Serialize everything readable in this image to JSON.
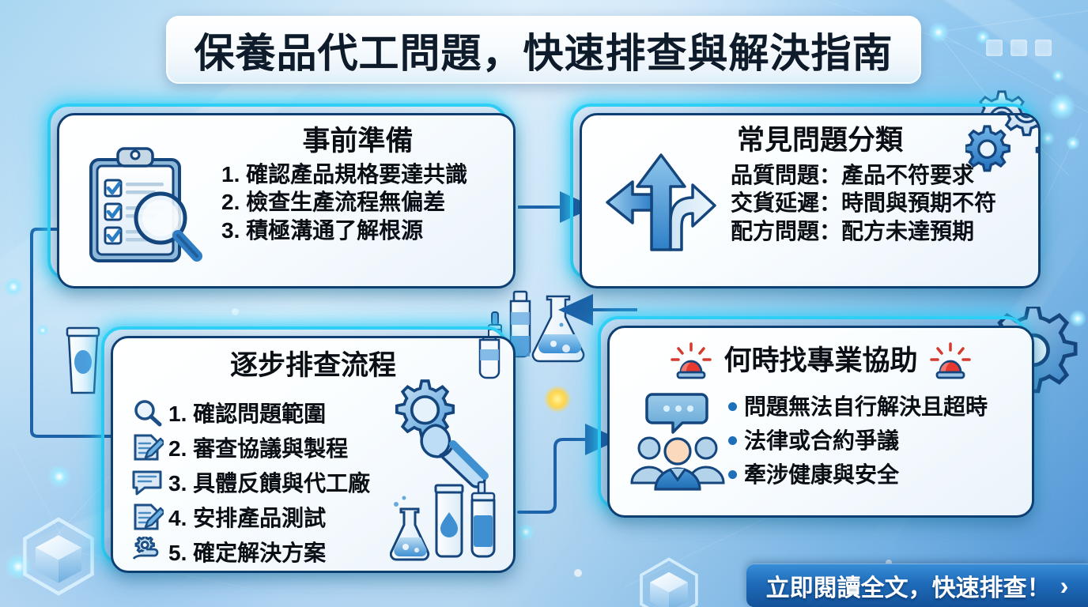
{
  "header": {
    "title": "保養品代工問題，快速排查與解決指南"
  },
  "cards": [
    {
      "id": "preparation",
      "title": "事前準備",
      "icon": "clipboard-checklist-magnifier-icon",
      "lines": [
        "1. 確認產品規格要達共識",
        "2. 檢查生產流程無偏差",
        "3. 積極溝通了解根源"
      ]
    },
    {
      "id": "common-problems",
      "title": "常見問題分類",
      "icon": "three-way-arrow-icon",
      "decor_icon": "gears-icon",
      "lines": [
        "品質問題：產品不符要求",
        "交貨延遲：時間與預期不符",
        "配方問題：配方未達預期"
      ]
    },
    {
      "id": "step-by-step",
      "title": "逐步排查流程",
      "decor_icons": [
        "gear-wrench-icon",
        "cosmetic-bottles-icon",
        "spray-bottle-icon"
      ],
      "steps": [
        {
          "icon": "magnifier-icon",
          "text": "1. 確認問題範圍"
        },
        {
          "icon": "document-pencil-icon",
          "text": "2. 審查協議與製程"
        },
        {
          "icon": "speech-bubble-icon",
          "text": "3. 具體反饋與代工廠"
        },
        {
          "icon": "document-pencil-icon",
          "text": "4. 安排產品測試"
        },
        {
          "icon": "gear-in-hand-icon",
          "text": "5. 確定解決方案"
        }
      ]
    },
    {
      "id": "professional-help",
      "title": "何時找專業協助",
      "title_icons": [
        "siren-icon",
        "siren-icon"
      ],
      "icon": "people-speech-bubble-icon",
      "bullets": [
        "問題無法自行解決且超時",
        "法律或合約爭議",
        "牽涉健康與安全"
      ]
    }
  ],
  "cta": {
    "label": "立即閱讀全文，快速排查！",
    "chevron": "›"
  },
  "decor": {
    "lab_icons": "lab-flask-dropper-bottle-icon",
    "cube_icons": "glowing-cube-icon",
    "gear_right": "gear-icon",
    "tube_left": "cosmetic-tube-icon"
  },
  "colors": {
    "accent_cyan": "#2fd2f8",
    "card_border": "#0e3f73",
    "arrow_blue": "#1d62a8",
    "cta_blue": "#1f6cba",
    "siren_red": "#e8392f",
    "bullet_blue": "#1d6fb8"
  }
}
